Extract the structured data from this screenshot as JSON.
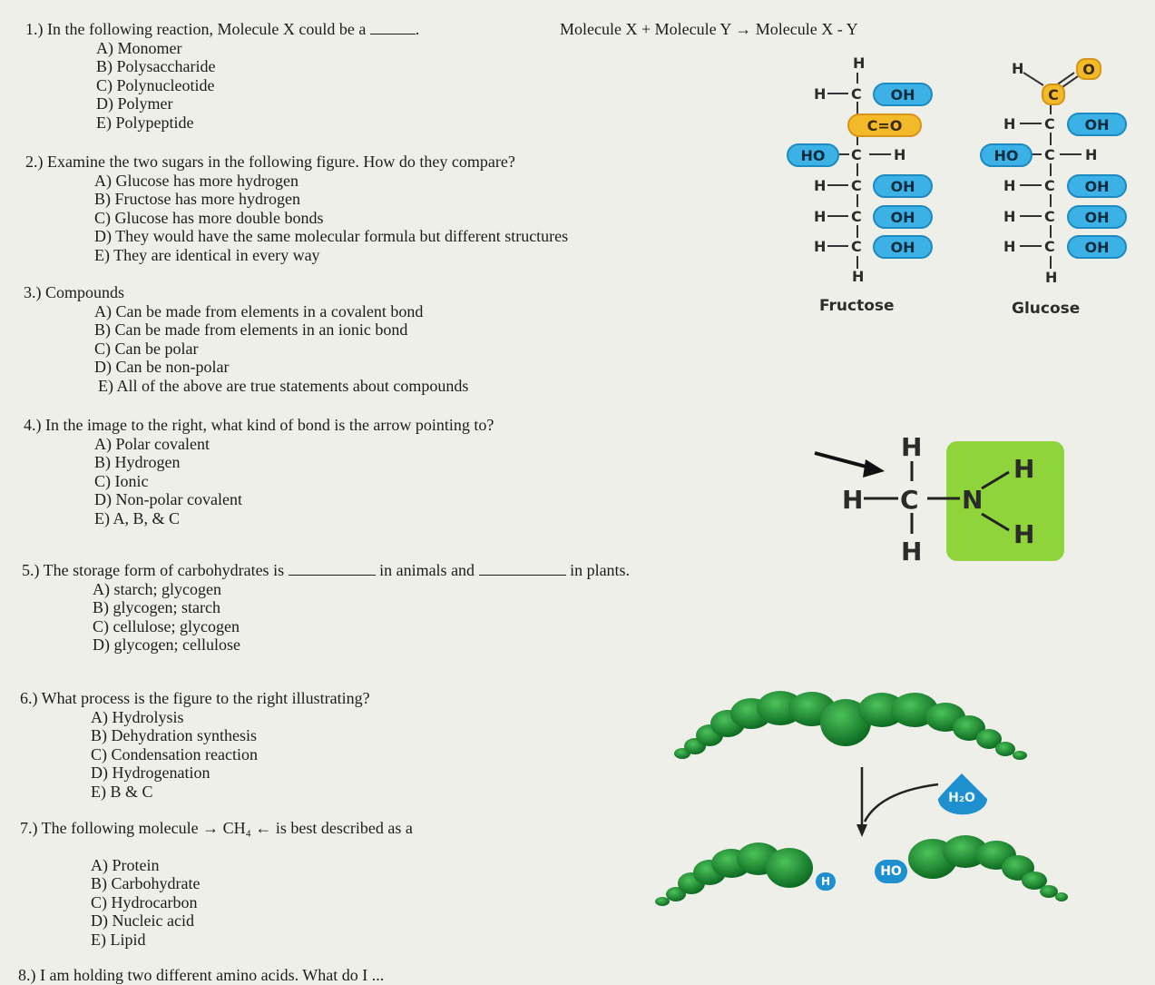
{
  "q1": {
    "stem_pre": "1.) In the following reaction, Molecule X could be a",
    "stem_post": ".",
    "reaction": "Molecule X + Molecule Y → Molecule X - Y",
    "options": [
      "A) Monomer",
      "B) Polysaccharide",
      "C) Polynucleotide",
      "D) Polymer",
      "E) Polypeptide"
    ]
  },
  "q2": {
    "stem": "2.) Examine the two sugars in the following figure. How do they compare?",
    "options": [
      "A) Glucose has more hydrogen",
      "B) Fructose has more hydrogen",
      "C) Glucose has more double bonds",
      "D) They would have the same molecular formula but different structures",
      "E) They are identical in every way"
    ]
  },
  "q3": {
    "stem": "3.) Compounds",
    "options": [
      "A) Can be made from elements in a covalent bond",
      "B) Can be made from elements in an ionic bond",
      "C) Can be polar",
      "D) Can be non-polar",
      "E) All of the above are true statements about compounds"
    ]
  },
  "q4": {
    "stem": "4.) In the image to the right, what kind of bond is the arrow pointing to?",
    "options": [
      "A) Polar covalent",
      "B) Hydrogen",
      "C) Ionic",
      "D) Non-polar covalent",
      "E) A, B, & C"
    ]
  },
  "q5": {
    "stem_pre": "5.) The storage form of carbohydrates is",
    "stem_mid": "in animals and",
    "stem_post": "in plants.",
    "options": [
      "A) starch; glycogen",
      "B) glycogen; starch",
      "C) cellulose; glycogen",
      "D) glycogen; cellulose"
    ]
  },
  "q6": {
    "stem": "6.) What process is the figure to the right illustrating?",
    "options": [
      "A) Hydrolysis",
      "B) Dehydration synthesis",
      "C) Condensation reaction",
      "D) Hydrogenation",
      "E) B & C"
    ]
  },
  "q7": {
    "stem": "7.) The following molecule → CH₄ ← is best described as a",
    "options": [
      "A) Protein",
      "B) Carbohydrate",
      "C) Hydrocarbon",
      "D) Nucleic acid",
      "E) Lipid"
    ]
  },
  "q8": {
    "stem": "8.) I am holding two different amino acids. What do I ..."
  },
  "figures": {
    "fructose_label": "Fructose",
    "glucose_label": "Glucose",
    "H": "H",
    "C": "C",
    "O": "O",
    "N": "N",
    "OH": "OH",
    "HO": "HO",
    "CO": "C=O",
    "H2O": "H₂O"
  }
}
